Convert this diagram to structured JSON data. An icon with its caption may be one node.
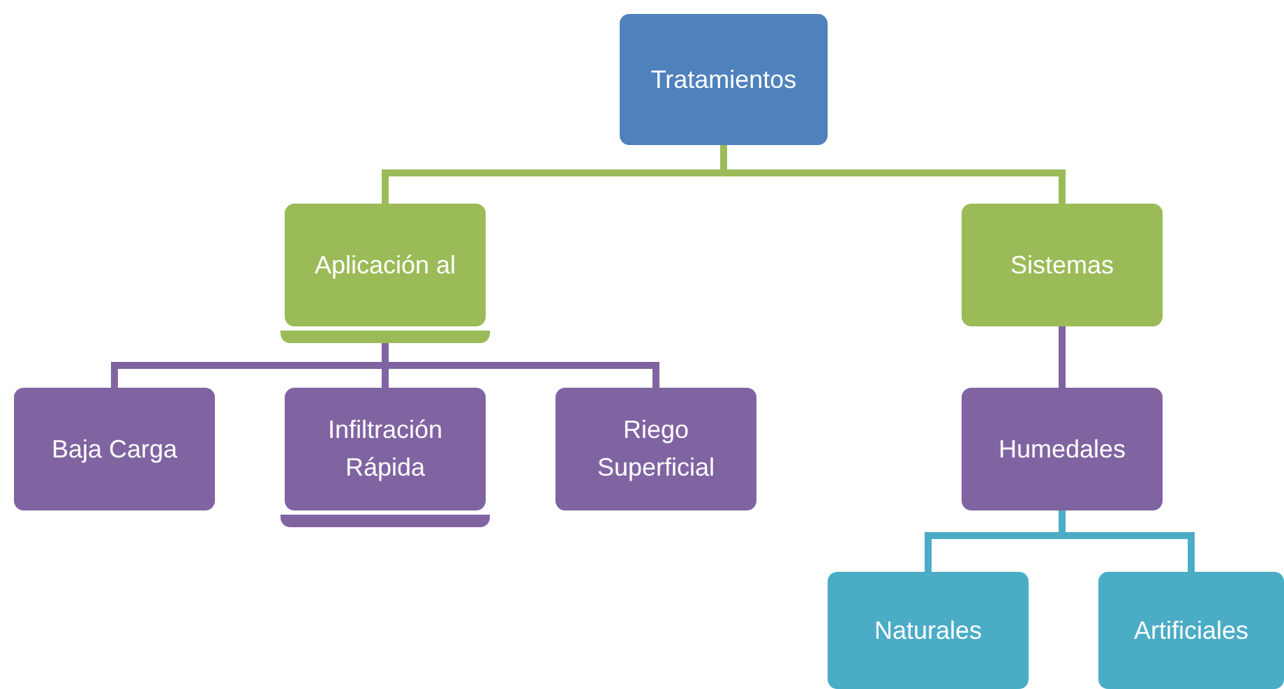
{
  "diagram": {
    "nodes": [
      {
        "text": [
          "Tratamientos"
        ]
      },
      {
        "text": [
          "Aplicación al"
        ]
      },
      {
        "text": [
          "Sistemas"
        ]
      },
      {
        "text": [
          "Baja Carga"
        ]
      },
      {
        "text": [
          "Infiltración Rápida"
        ]
      },
      {
        "text": [
          "Riego Superficial"
        ]
      },
      {
        "text": [
          "Humedales"
        ]
      },
      {
        "text": [
          "Naturales"
        ]
      },
      {
        "text": [
          "Artificiales"
        ]
      }
    ],
    "edges": [
      {
        "from": 0,
        "to": 1,
        "arrow": "none",
        "color": "#9bbb59"
      },
      {
        "from": 0,
        "to": 2,
        "arrow": "none",
        "color": "#9bbb59"
      },
      {
        "from": 1,
        "to": 3,
        "arrow": "none"
      },
      {
        "from": 1,
        "to": 4,
        "arrow": "none"
      },
      {
        "from": 1,
        "to": 5,
        "arrow": "none"
      },
      {
        "from": 2,
        "to": 6,
        "arrow": "none"
      },
      {
        "from": 6,
        "to": 7,
        "arrow": "none",
        "color": "#4bacc6"
      },
      {
        "from": 6,
        "to": 8,
        "arrow": "none",
        "color": "#4bacc6"
      }
    ]
  }
}
